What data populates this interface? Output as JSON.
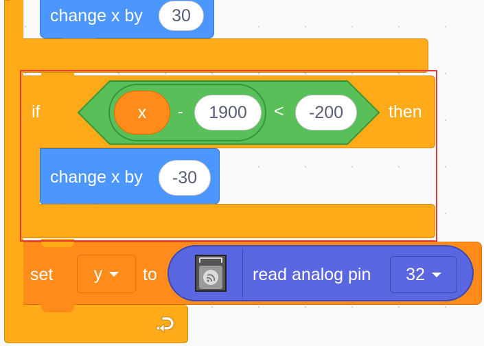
{
  "blocks": {
    "change_x_top": {
      "label": "change x by",
      "value": "30"
    },
    "if_block": {
      "if_label": "if",
      "then_label": "then",
      "variable": "x",
      "minus": "-",
      "operand": "1900",
      "less_than": "<",
      "compare_value": "-200"
    },
    "change_x_inner": {
      "label": "change x by",
      "value": "-30"
    },
    "set_block": {
      "set_label": "set",
      "variable": "y",
      "to_label": "to",
      "reporter_label": "read analog pin",
      "pin": "32"
    }
  },
  "colors": {
    "control": "#ffab19",
    "motion": "#4c97ff",
    "operator": "#59c059",
    "variable": "#ff8c1a",
    "extension": "#5b67e0",
    "highlight": "#e53935"
  },
  "icons": {
    "loop_arrow": "loop-arrow-icon",
    "extension": "esp32-chip-icon",
    "dropdown": "caret-down-icon"
  }
}
